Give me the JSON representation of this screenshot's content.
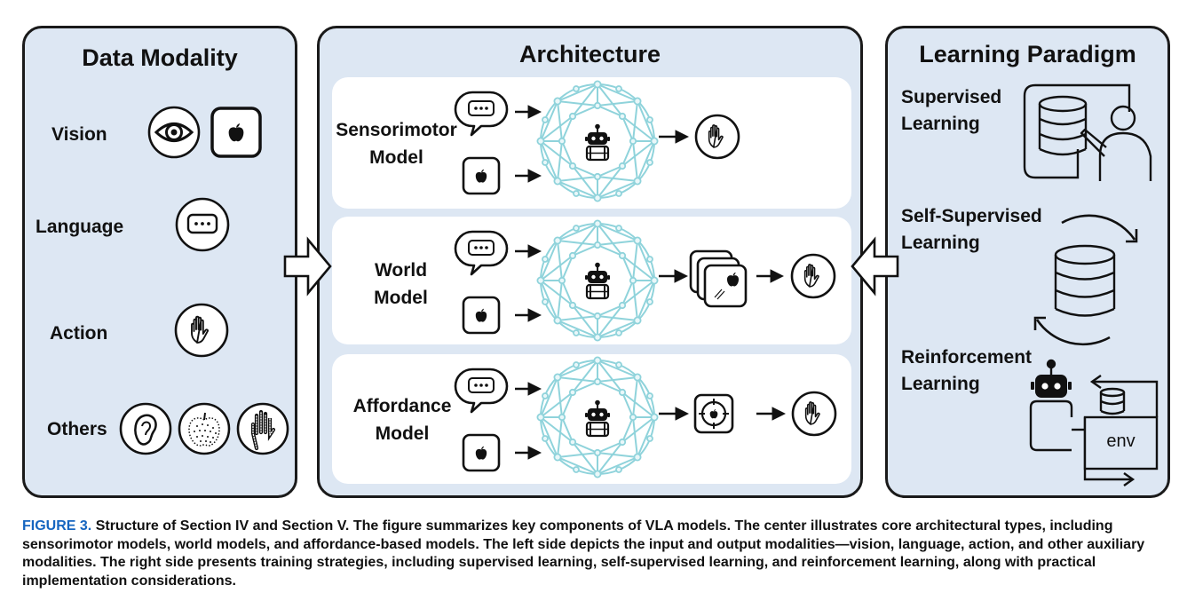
{
  "left_panel": {
    "title": "Data Modality",
    "items": [
      {
        "label": "Vision"
      },
      {
        "label": "Language"
      },
      {
        "label": "Action"
      },
      {
        "label": "Others"
      }
    ]
  },
  "middle_panel": {
    "title": "Architecture",
    "models": [
      {
        "line1": "Sensorimotor",
        "line2": "Model"
      },
      {
        "line1": "World",
        "line2": "Model"
      },
      {
        "line1": "Affordance",
        "line2": "Model"
      }
    ]
  },
  "right_panel": {
    "title": "Learning Paradigm",
    "items": [
      {
        "line1": "Supervised",
        "line2": "Learning"
      },
      {
        "line1": "Self-Supervised",
        "line2": "Learning"
      },
      {
        "line1": "Reinforcement",
        "line2": "Learning"
      }
    ],
    "env_label": "env"
  },
  "caption": {
    "figure_label": "FIGURE 3.",
    "title": "Structure of Section IV and Section V.",
    "text": "The figure summarizes key components of VLA models. The center illustrates core architectural types, including sensorimotor models, world models, and affordance-based models. The left side depicts the input and output modalities—vision, language, action, and other auxiliary modalities. The right side presents training strategies, including supervised learning, self-supervised learning, and reinforcement learning, along with practical implementation considerations."
  },
  "colors": {
    "panel_fill": "#dde7f3",
    "border": "#1a1a1a",
    "network": "#7ecfd8",
    "figure_label": "#1565c0"
  },
  "icons": [
    "eye-icon",
    "apple-icon",
    "chat-bubble-icon",
    "hand-icon",
    "ear-icon",
    "dotted-apple-icon",
    "sensor-hand-icon",
    "robot-icon",
    "network-icon",
    "frames-icon",
    "target-icon",
    "database-icon",
    "person-icon",
    "cycle-arrows-icon",
    "env-box"
  ]
}
